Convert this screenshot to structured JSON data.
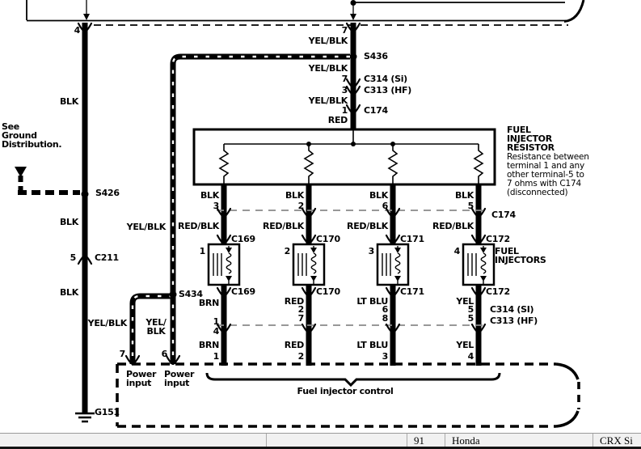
{
  "colors": {
    "line": "#000000",
    "dashed_gray": "#8a8a8a",
    "statusbar_bg": "#f1f1f1",
    "background": "#ffffff"
  },
  "supply": {
    "top_terminal": "7",
    "wire1": "YEL/BLK",
    "splice": "S436",
    "wire2": "YEL/BLK",
    "c314_terminal": "7",
    "c314": "C314 (Si)",
    "c313_terminal": "3",
    "c313": "C313 (HF)",
    "wire3": "YEL/BLK",
    "c174_terminal": "1",
    "c174": "C174",
    "wire4": "RED"
  },
  "ground_branch": {
    "top_terminal": "4",
    "wire_color_top": "BLK",
    "note_line1": "See",
    "note_line2": "Ground",
    "note_line3": "Distribution.",
    "splice": "S426",
    "wire_color_mid": "BLK",
    "c211_terminal": "5",
    "c211": "C211",
    "wire_color_bottom": "BLK",
    "ground_id": "G151"
  },
  "resistor": {
    "title_line1": "FUEL",
    "title_line2": "INJECTOR",
    "title_line3": "RESISTOR",
    "note_line1": "Resistance between",
    "note_line2": "terminal 1 and any",
    "note_line3": "other terminal-5 to",
    "note_line4": "7 ohms with C174",
    "note_line5": "(disconnected)",
    "c174_label": "C174"
  },
  "injectors_title_line1": "FUEL",
  "injectors_title_line2": "INJECTORS",
  "injectors": [
    {
      "resistor_wire": "BLK",
      "resistor_terminal": "3",
      "harness_wire": "RED/BLK",
      "connector": "C169",
      "number": "1",
      "out_wire": "BRN",
      "si_terminal": "1",
      "hf_terminal": "4",
      "ecu_wire": "BRN",
      "ecu_terminal": "1"
    },
    {
      "resistor_wire": "BLK",
      "resistor_terminal": "2",
      "harness_wire": "RED/BLK",
      "connector": "C170",
      "number": "2",
      "out_wire": "RED",
      "si_terminal": "2",
      "hf_terminal": "7",
      "ecu_wire": "RED",
      "ecu_terminal": "2"
    },
    {
      "resistor_wire": "BLK",
      "resistor_terminal": "6",
      "harness_wire": "RED/BLK",
      "connector": "C171",
      "number": "3",
      "out_wire": "LT BLU",
      "si_terminal": "6",
      "hf_terminal": "8",
      "ecu_wire": "LT BLU",
      "ecu_terminal": "3"
    },
    {
      "resistor_wire": "BLK",
      "resistor_terminal": "5",
      "harness_wire": "RED/BLK",
      "connector": "C172",
      "number": "4",
      "out_wire": "YEL",
      "si_terminal": "5",
      "hf_terminal": "5",
      "ecu_wire": "YEL",
      "ecu_terminal": "4"
    }
  ],
  "lower_connectors": {
    "c314": "C314 (SI)",
    "c313": "C313 (HF)"
  },
  "ecu": {
    "splice": "S434",
    "feed_wire": "YEL/BLK",
    "feed1_wire": "YEL/BLK",
    "feed1_terminal": "7",
    "feed2_wire_line1": "YEL/",
    "feed2_wire_line2": "BLK",
    "feed2_terminal": "6",
    "power_input1_line1": "Power",
    "power_input1_line2": "input",
    "power_input2_line1": "Power",
    "power_input2_line2": "input",
    "group_label": "Fuel injector control"
  },
  "statusbar": {
    "year": "91",
    "make": "Honda",
    "model": "CRX Si"
  }
}
